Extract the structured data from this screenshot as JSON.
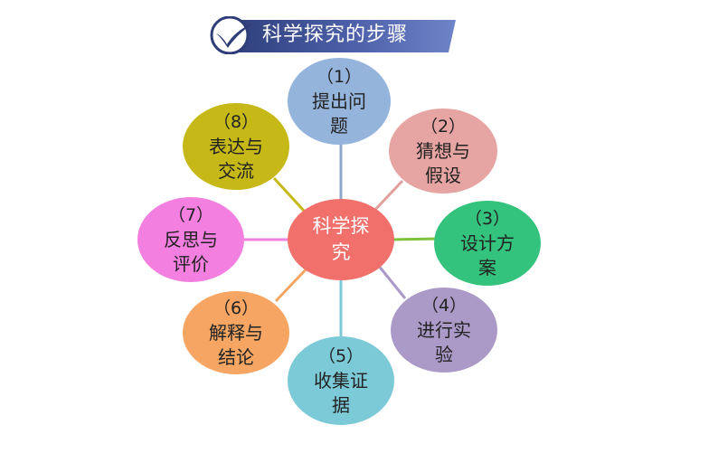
{
  "title": "科学探究的步骤",
  "center": {
    "label": "科学探\n究",
    "color": "#f2706c"
  },
  "steps": [
    {
      "num": "（1）",
      "text": "提出问\n题",
      "color": "#94b4dc"
    },
    {
      "num": "（2）",
      "text": "猜想与\n假设",
      "color": "#e6a4a2"
    },
    {
      "num": "（3）",
      "text": "设计方\n案",
      "color": "#33c37c"
    },
    {
      "num": "（4）",
      "text": "进行实\n验",
      "color": "#ab9ac8"
    },
    {
      "num": "（5）",
      "text": "收集证\n据",
      "color": "#7ccad8"
    },
    {
      "num": "（6）",
      "text": "解释与\n结论",
      "color": "#f6a562"
    },
    {
      "num": "（7）",
      "text": "反思与\n评价",
      "color": "#f37fe0"
    },
    {
      "num": "（8）",
      "text": "表达与\n交流",
      "color": "#c6b917"
    }
  ],
  "colors": {
    "banner_dark": "#2d3d78",
    "banner_light": "#6f83c8",
    "connector_1": "#8fa8cc",
    "connector_2": "#e0a09e",
    "connector_3": "#7ec23c",
    "connector_4": "#ab9ac8",
    "connector_5": "#7ccad8",
    "connector_6": "#f6a562",
    "connector_7": "#f37fe0",
    "connector_8": "#c6b917"
  }
}
